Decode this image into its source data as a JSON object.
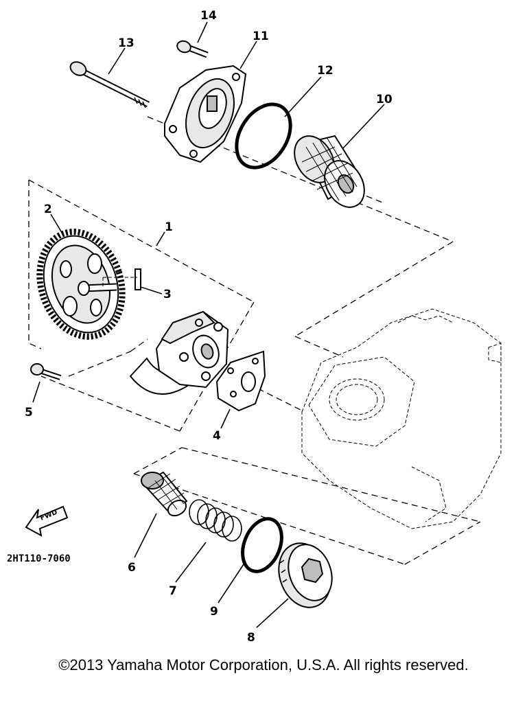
{
  "callouts": [
    "1",
    "2",
    "3",
    "4",
    "5",
    "6",
    "7",
    "8",
    "9",
    "10",
    "11",
    "12",
    "13",
    "14"
  ],
  "part_code": "2HT110-7060",
  "fwd_label": "FWD",
  "copyright": "©2013 Yamaha Motor Corporation, U.S.A. All rights reserved."
}
